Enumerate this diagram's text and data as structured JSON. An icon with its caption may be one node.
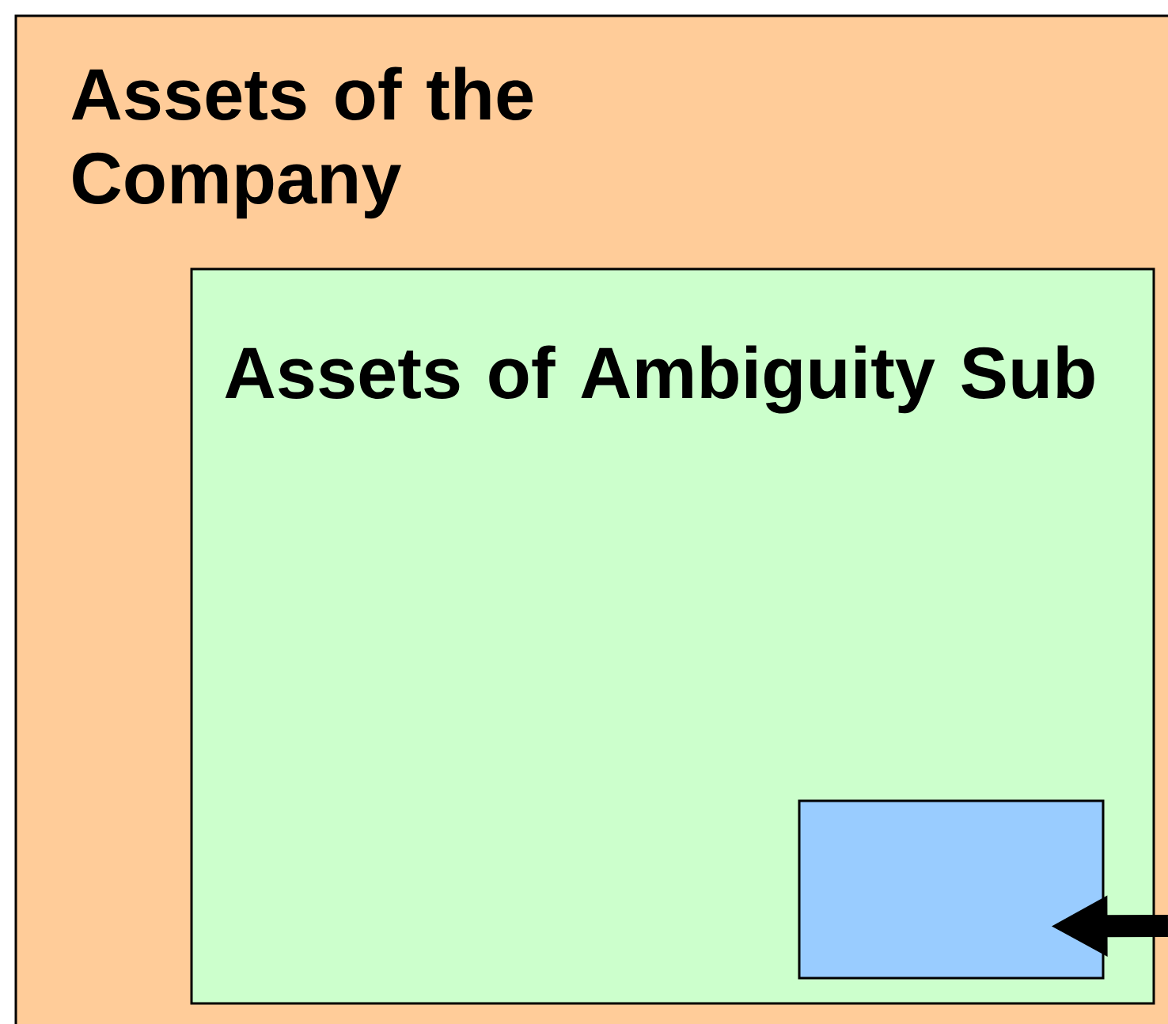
{
  "diagram": {
    "nodes": [
      {
        "text": [
          "Assets of the Company"
        ]
      },
      {
        "text": [
          "Assets of Ambiguity Sub"
        ],
        "in": 0
      },
      {
        "text": [],
        "shape": "box",
        "in": 1
      }
    ],
    "edges": [
      {
        "from": null,
        "to": 2,
        "arrow": "to"
      }
    ]
  }
}
